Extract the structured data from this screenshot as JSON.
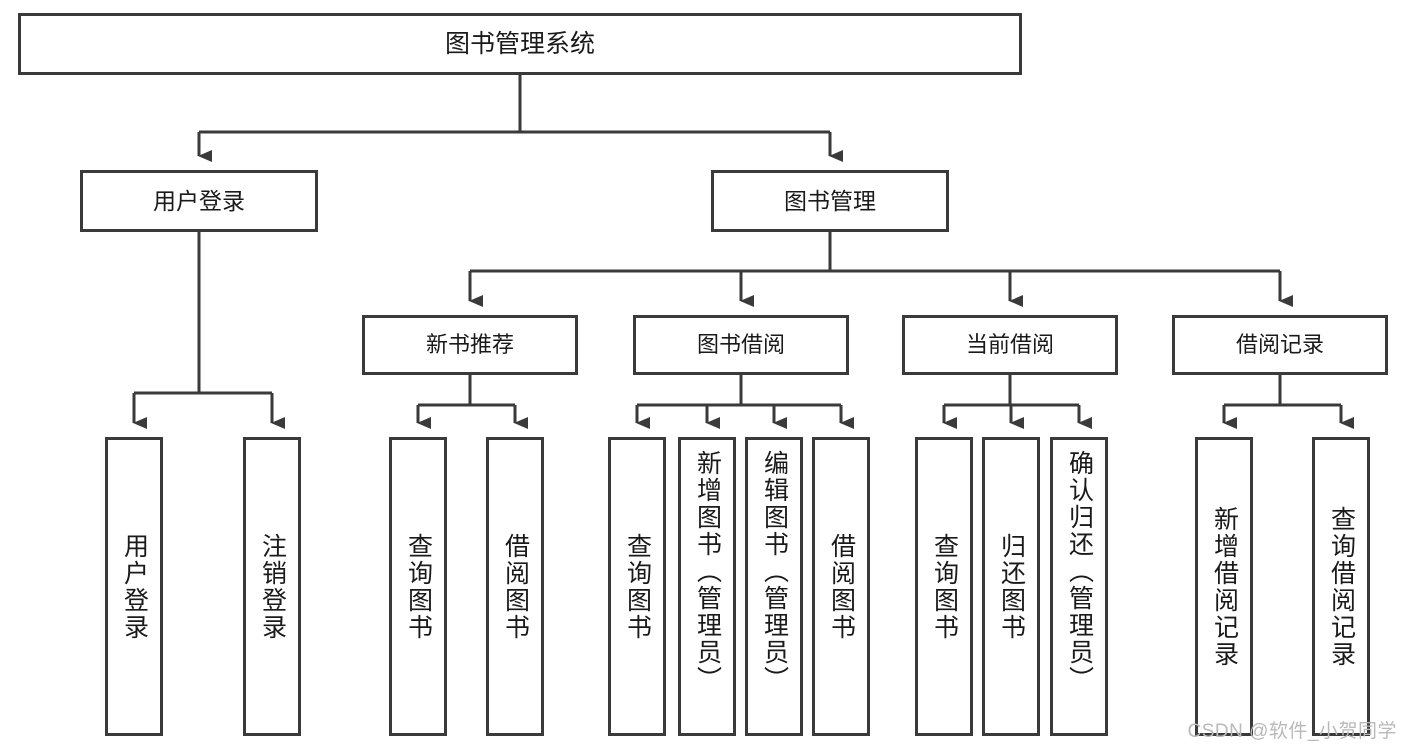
{
  "diagram": {
    "type": "tree-hierarchy",
    "title": "图书管理系统",
    "root": {
      "label": "图书管理系统"
    },
    "level1": [
      {
        "label": "用户登录"
      },
      {
        "label": "图书管理"
      }
    ],
    "level2": [
      {
        "label": "新书推荐"
      },
      {
        "label": "图书借阅"
      },
      {
        "label": "当前借阅"
      },
      {
        "label": "借阅记录"
      }
    ],
    "leaves": {
      "user_login": [
        {
          "label": "用户登录"
        },
        {
          "label": "注销登录"
        }
      ],
      "new_book_recommend": [
        {
          "label": "查询图书"
        },
        {
          "label": "借阅图书"
        }
      ],
      "book_borrow": [
        {
          "label": "查询图书"
        },
        {
          "label": "新增图书（管理员）"
        },
        {
          "label": "编辑图书（管理员）"
        },
        {
          "label": "借阅图书"
        }
      ],
      "current_borrow": [
        {
          "label": "查询图书"
        },
        {
          "label": "归还图书"
        },
        {
          "label": "确认归还（管理员）"
        }
      ],
      "borrow_record": [
        {
          "label": "新增借阅记录"
        },
        {
          "label": "查询借阅记录"
        }
      ]
    }
  },
  "watermark": {
    "text": "CSDN @软件_小贺同学"
  },
  "colors": {
    "stroke": "#3a3a3a",
    "background": "#ffffff",
    "text": "#1a1a1a",
    "watermark": "#b9b9b9"
  }
}
